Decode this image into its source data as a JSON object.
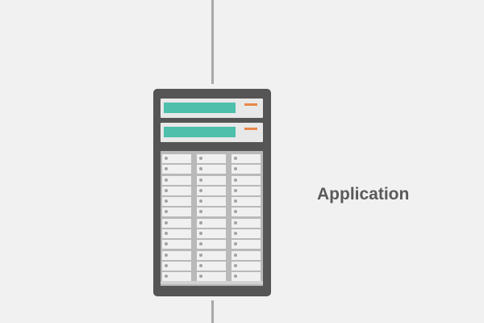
{
  "server": {
    "label": "Application",
    "icon": "server-rack-icon",
    "drive_columns": 3,
    "drives_per_column": 12,
    "bays": 2,
    "colors": {
      "body": "#555555",
      "display": "#4dbfaa",
      "indicator": "#e8874a",
      "connector": "#a8a8a8",
      "label": "#5a5a5a"
    }
  }
}
